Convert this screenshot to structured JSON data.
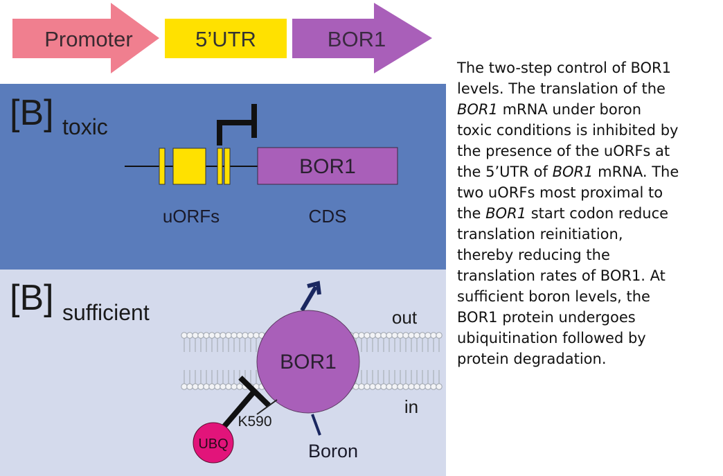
{
  "gene_construct": {
    "promoter_label": "Promoter",
    "utr_label": "5’UTR",
    "gene_label": "BOR1"
  },
  "toxic_panel": {
    "condition_bracket": "[B]",
    "condition_subscript": "toxic",
    "cds_label": "BOR1",
    "uorfs_label": "uORFs",
    "cds_caption": "CDS"
  },
  "sufficient_panel": {
    "condition_bracket": "[B]",
    "condition_subscript": "sufficient",
    "protein_label": "BOR1",
    "out_label": "out",
    "in_label": "in",
    "ubq_label": "UBQ",
    "lysine_label": "K590",
    "boron_label": "Boron"
  },
  "colors": {
    "promoter": "#f07f8f",
    "utr": "#ffe100",
    "gene": "#a95fb9",
    "toxic_bg": "#5a7cbb",
    "sufficient_bg": "#d4daec",
    "ubq": "#e2147a",
    "arrow": "#1a2760"
  },
  "caption": {
    "lines": [
      [
        {
          "t": "The two-step control of BOR1"
        }
      ],
      [
        {
          "t": "levels. The translation of the"
        }
      ],
      [
        {
          "t": "BOR1",
          "i": true
        },
        {
          "t": " mRNA under boron"
        }
      ],
      [
        {
          "t": "toxic conditions is inhibited by"
        }
      ],
      [
        {
          "t": "the presence of the uORFs at"
        }
      ],
      [
        {
          "t": "the 5’UTR of "
        },
        {
          "t": "BOR1",
          "i": true
        },
        {
          "t": " mRNA. The"
        }
      ],
      [
        {
          "t": "two uORFs most proximal to"
        }
      ],
      [
        {
          "t": "the "
        },
        {
          "t": "BOR1",
          "i": true
        },
        {
          "t": " start codon reduce"
        }
      ],
      [
        {
          "t": "translation reinitiation,"
        }
      ],
      [
        {
          "t": "thereby reducing the"
        }
      ],
      [
        {
          "t": "translation rates of BOR1. At"
        }
      ],
      [
        {
          "t": "sufficient boron levels, the"
        }
      ],
      [
        {
          "t": "BOR1 protein undergoes"
        }
      ],
      [
        {
          "t": "ubiquitination followed by"
        }
      ],
      [
        {
          "t": "protein degradation."
        }
      ]
    ]
  }
}
